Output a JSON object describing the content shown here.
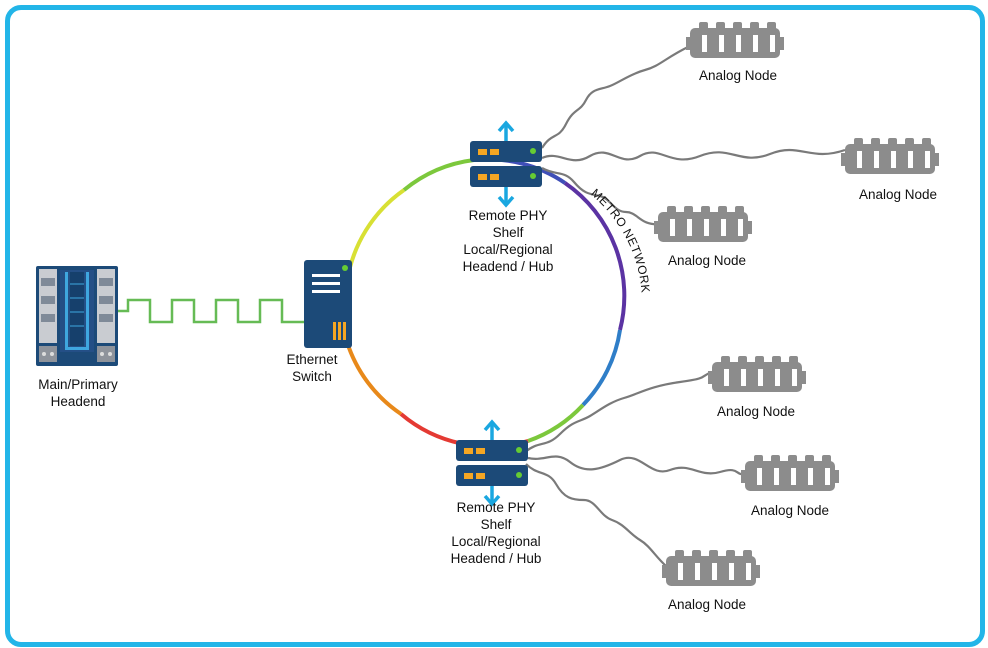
{
  "colors": {
    "frame": "#22b5e8",
    "device_navy": "#1c4a78",
    "device_accent": "#f5a623",
    "led": "#66cc33",
    "arrow": "#1aa7e0",
    "analog_node": "#8c8c8c",
    "coax": "#7a7a7a",
    "digital_link": "#66bb55"
  },
  "icons": {
    "headend": "cmts-chassis-icon",
    "switch": "ethernet-switch-icon",
    "rphy": "remote-phy-shelf-icon",
    "node": "analog-node-icon"
  },
  "headend": {
    "line1": "Main/Primary",
    "line2": "Headend"
  },
  "switch": {
    "line1": "Ethernet",
    "line2": "Switch"
  },
  "ring": {
    "label": "METRO NETWORK"
  },
  "rphy_top": {
    "line1": "Remote PHY",
    "line2": "Shelf",
    "line3": "Local/Regional",
    "line4": "Headend / Hub"
  },
  "rphy_bottom": {
    "line1": "Remote PHY",
    "line2": "Shelf",
    "line3": "Local/Regional",
    "line4": "Headend / Hub"
  },
  "nodes": [
    {
      "label": "Analog Node"
    },
    {
      "label": "Analog Node"
    },
    {
      "label": "Analog Node"
    },
    {
      "label": "Analog Node"
    },
    {
      "label": "Analog Node"
    },
    {
      "label": "Analog Node"
    }
  ]
}
